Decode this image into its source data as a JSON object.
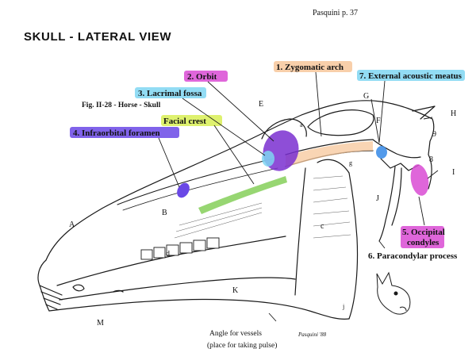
{
  "page_ref": "Pasquini p. 37",
  "title": "SKULL - LATERAL VIEW",
  "figure_caption": "Fig. II-28 - Horse - Skull",
  "colors": {
    "orange": "#f7c79b",
    "magenta": "#d94bd4",
    "cyan": "#7fd6f2",
    "blue_violet": "#6a48e6",
    "yellow_green": "#d8ef55",
    "green": "#74c843",
    "purple": "#7a2fd0",
    "blue": "#3f8fe8",
    "line": "#1a1a1a"
  },
  "labels": {
    "zygomatic_arch": "1. Zygomatic arch",
    "orbit": "2. Orbit",
    "lacrimal_fossa": "3. Lacrimal fossa",
    "infraorbital_foramen": "4. Infraorbital foramen",
    "occipital_condyles_1": "5. Occipital",
    "occipital_condyles_2": "condyles",
    "paracondylar_process": "6. Paracondylar process",
    "external_acoustic_meatus": "7. External acoustic meatus",
    "facial_crest": "Facial crest",
    "angle_for_vessels_1": "Angle for vessels",
    "angle_for_vessels_2": "(place for taking pulse)"
  },
  "letters": {
    "A": "A",
    "B": "B",
    "E": "E",
    "F": "F",
    "G": "G",
    "H": "H",
    "I": "I",
    "J": "J",
    "K": "K",
    "M": "M",
    "a": "a",
    "c": "c",
    "d": "d",
    "g": "g",
    "j": "j",
    "n8": "8",
    "n9": "9"
  },
  "signature": "Pasquini '88"
}
